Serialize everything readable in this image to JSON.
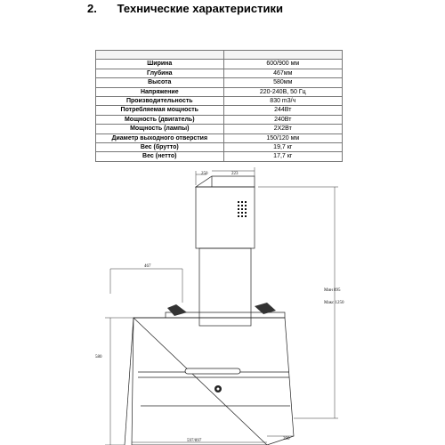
{
  "section": {
    "number": "2.",
    "title": "Технические характеристики"
  },
  "specs": {
    "header_label": "",
    "header_value": "",
    "rows": [
      {
        "label": "Ширина",
        "value": "600/900 мм"
      },
      {
        "label": "Глубина",
        "value": "467мм"
      },
      {
        "label": "Высота",
        "value": "580мм"
      },
      {
        "label": "Напряжение",
        "value": "220-240В, 50 Гц"
      },
      {
        "label": "Производительность",
        "value": "830 m3/ч"
      },
      {
        "label": "Потребляемая мощность",
        "value": "244Вт"
      },
      {
        "label": "Мощность (двигатель)",
        "value": "240Вт"
      },
      {
        "label": "Мощность (лампы)",
        "value": "2X2Вт"
      },
      {
        "label": "Диаметр выходного отверстия",
        "value": "150/120 мм"
      },
      {
        "label": "Вес (брутто)",
        "value": "19,7 кг"
      },
      {
        "label": "Вес (нетто)",
        "value": "17,7 кг"
      }
    ]
  },
  "drawing": {
    "dim_chimney_depth": "250",
    "dim_chimney_width": "223",
    "dim_depth": "467",
    "dim_height": "580",
    "dim_min": "Мин 895",
    "dim_max": "Макс 1250",
    "dim_width": "597/897",
    "dim_bottom_depth": "290"
  }
}
